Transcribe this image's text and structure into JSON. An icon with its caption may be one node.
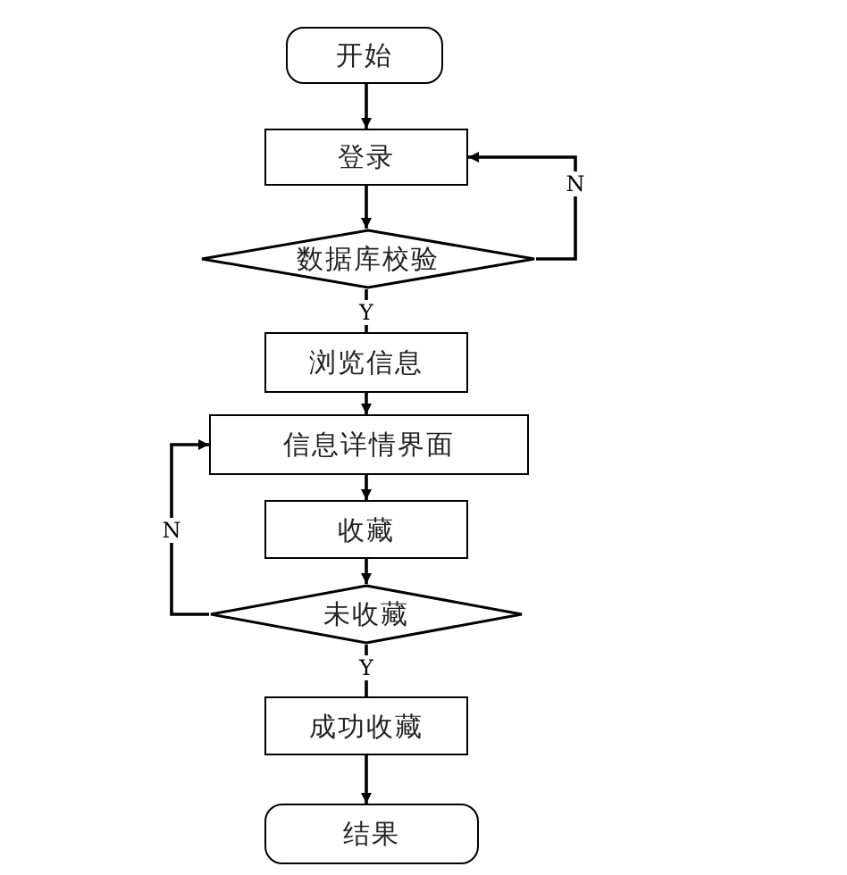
{
  "diagram": {
    "nodes": [
      {
        "text": [
          "开始"
        ]
      },
      {
        "text": [
          "登录"
        ]
      },
      {
        "text": [
          "数据库校验"
        ]
      },
      {
        "text": [
          "浏览信息"
        ]
      },
      {
        "text": [
          "信息详情界面"
        ]
      },
      {
        "text": [
          "收藏"
        ]
      },
      {
        "text": [
          "未收藏"
        ]
      },
      {
        "text": [
          "成功收藏"
        ]
      },
      {
        "text": [
          "结果"
        ]
      }
    ],
    "edges": [
      {
        "from": 0,
        "to": 1,
        "arrow": "to"
      },
      {
        "from": 1,
        "to": 2,
        "arrow": "to"
      },
      {
        "from": 2,
        "to": 3,
        "arrow": "none",
        "label": "Y"
      },
      {
        "from": 3,
        "to": 4,
        "arrow": "to"
      },
      {
        "from": 4,
        "to": 5,
        "arrow": "to"
      },
      {
        "from": 5,
        "to": 6,
        "arrow": "to"
      },
      {
        "from": 6,
        "to": 7,
        "arrow": "none",
        "label": "Y"
      },
      {
        "from": 7,
        "to": 8,
        "arrow": "to"
      },
      {
        "from": 2,
        "to": 1,
        "arrow": "to",
        "label": "N"
      },
      {
        "from": 6,
        "to": 4,
        "arrow": "to",
        "label": "N"
      }
    ]
  }
}
